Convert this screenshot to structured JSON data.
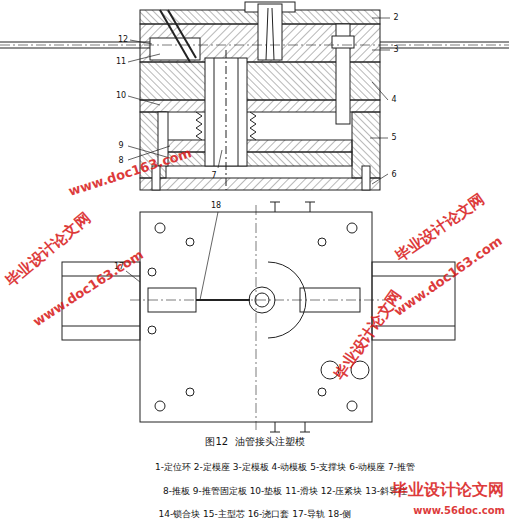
{
  "diagram": {
    "caption": "图12  油管接头注塑模",
    "labels": [
      "1-定位环 2-定模座 3-定模板 4-动模板 5-支撑块 6-动模座 7-推管",
      "8-推板 9-推管固定板 10-垫板 11-滑块 12-压紧块 13-斜导柱",
      "14-锁合块 15-主型芯 16-浇口套 17-导轨 18-侧",
      "12",
      "11",
      "10",
      "9",
      "8",
      "2",
      "3",
      "4",
      "5",
      "6",
      "7",
      "18",
      "17",
      "www.doc163.com",
      "毕业设计论文网",
      "www.doc163.com",
      "毕业设计论文网",
      "www.doc163.com",
      "毕业设计论文网",
      "毕业设计论文网",
      "www.56doc.com"
    ]
  }
}
